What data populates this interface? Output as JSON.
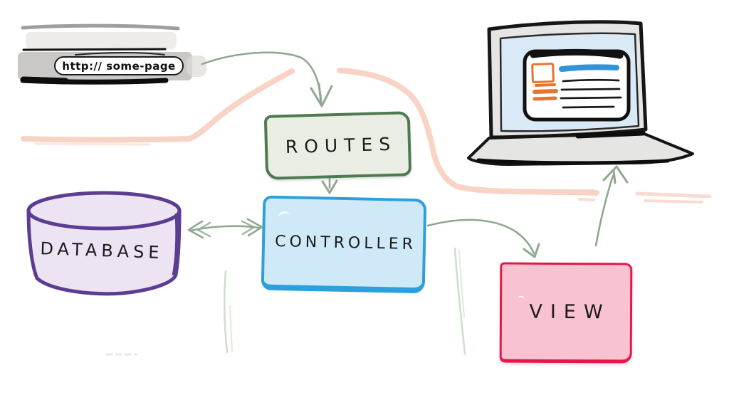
{
  "browser_bar": {
    "url_text": "http:// some-page"
  },
  "nodes": {
    "routes": {
      "label": "ROUTES",
      "fill": "#e9ede4",
      "border": "#4e7a51"
    },
    "controller": {
      "label": "CONTROLLER",
      "fill": "#cfe9f9",
      "border": "#2da0dc"
    },
    "database": {
      "label": "DATABASE",
      "fill": "#ede4f3",
      "border": "#5b3d92"
    },
    "view": {
      "label": "VIEW",
      "fill": "#f8c2d0",
      "border": "#e5174a"
    }
  },
  "laptop": {
    "screen_fill": "#d9eaf6",
    "body_fill": "#e5e5e3",
    "card_accent_orange": "#e8752d",
    "card_accent_blue": "#2d96d9"
  },
  "strokes": {
    "arrow_green": "#8fa88f",
    "peach": "#f7cfc0",
    "sketch_green": "#c3d4c3"
  }
}
